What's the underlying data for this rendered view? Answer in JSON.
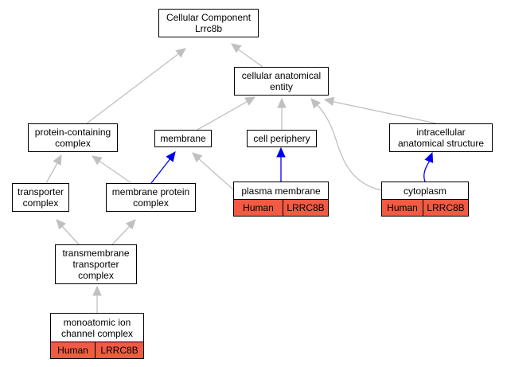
{
  "colors": {
    "edge_default": "#c0c0c0",
    "edge_highlight": "#0000ee",
    "annotation_fill": "#f15a43",
    "node_border": "#000000"
  },
  "nodes": {
    "root": {
      "label": "Cellular Component\nLrrc8b"
    },
    "cae": {
      "label": "cellular anatomical\nentity"
    },
    "pcc": {
      "label": "protein-containing\ncomplex"
    },
    "membrane": {
      "label": "membrane"
    },
    "cellper": {
      "label": "cell periphery"
    },
    "ias": {
      "label": "intracellular\nanatomical structure"
    },
    "transporter": {
      "label": "transporter\ncomplex"
    },
    "mpc": {
      "label": "membrane protein\ncomplex"
    },
    "pm": {
      "label": "plasma membrane",
      "annotation": {
        "species": "Human",
        "gene": "LRRC8B"
      }
    },
    "cyto": {
      "label": "cytoplasm",
      "annotation": {
        "species": "Human",
        "gene": "LRRC8B"
      }
    },
    "tmtc": {
      "label": "transmembrane\ntransporter\ncomplex"
    },
    "mic": {
      "label": "monoatomic ion\nchannel complex",
      "annotation": {
        "species": "Human",
        "gene": "LRRC8B"
      }
    }
  }
}
